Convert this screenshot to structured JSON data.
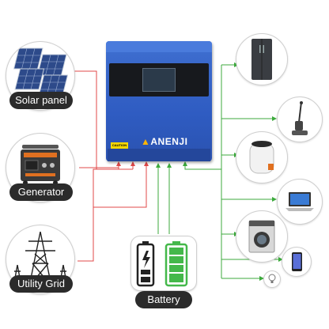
{
  "sources": {
    "solar_label": "Solar panel",
    "generator_label": "Generator",
    "grid_label": "Utility Grid"
  },
  "inverter": {
    "brand": "ANENJI",
    "caution": "CAUTION"
  },
  "battery": {
    "label": "Battery"
  },
  "appliances": [
    "refrigerator-icon",
    "vacuum-cleaner-icon",
    "air-purifier-icon",
    "laptop-icon",
    "washing-machine-icon",
    "smartphone-icon",
    "light-bulb-icon"
  ],
  "colors": {
    "input_wire": "#e04848",
    "output_wire": "#3caa3c",
    "inverter_blue": "#2f5cc2",
    "brand_orange": "#ffb400",
    "battery_green": "#44b84a",
    "label_bg": "#2b2b2b"
  }
}
